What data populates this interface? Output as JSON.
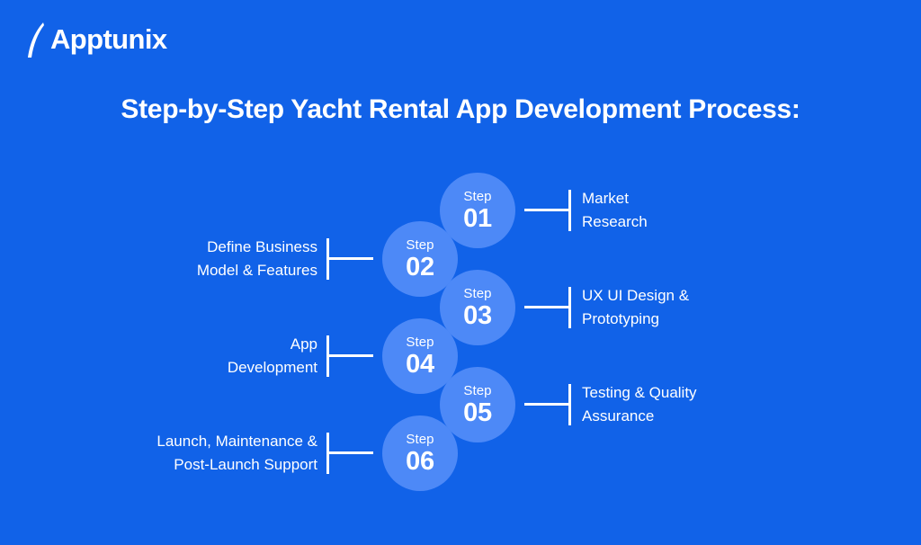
{
  "brand": {
    "name": "Apptunix",
    "logo_icon": "apptunix-arc-logo"
  },
  "header": {
    "title": "Step-by-Step Yacht Rental App Development Process:"
  },
  "colors": {
    "background": "#1162e8",
    "circle_fill": "#4d89f7",
    "text": "#ffffff",
    "connector": "#ffffff"
  },
  "diagram": {
    "type": "step-process",
    "step_word": "Step",
    "steps": [
      {
        "number": "01",
        "label": "Market\nResearch",
        "side": "right"
      },
      {
        "number": "02",
        "label": "Define Business\nModel & Features",
        "side": "left"
      },
      {
        "number": "03",
        "label": "UX UI Design &\nPrototyping",
        "side": "right"
      },
      {
        "number": "04",
        "label": "App\nDevelopment",
        "side": "left"
      },
      {
        "number": "05",
        "label": "Testing & Quality\nAssurance",
        "side": "right"
      },
      {
        "number": "06",
        "label": "Launch, Maintenance &\nPost-Launch Support",
        "side": "left"
      }
    ]
  }
}
